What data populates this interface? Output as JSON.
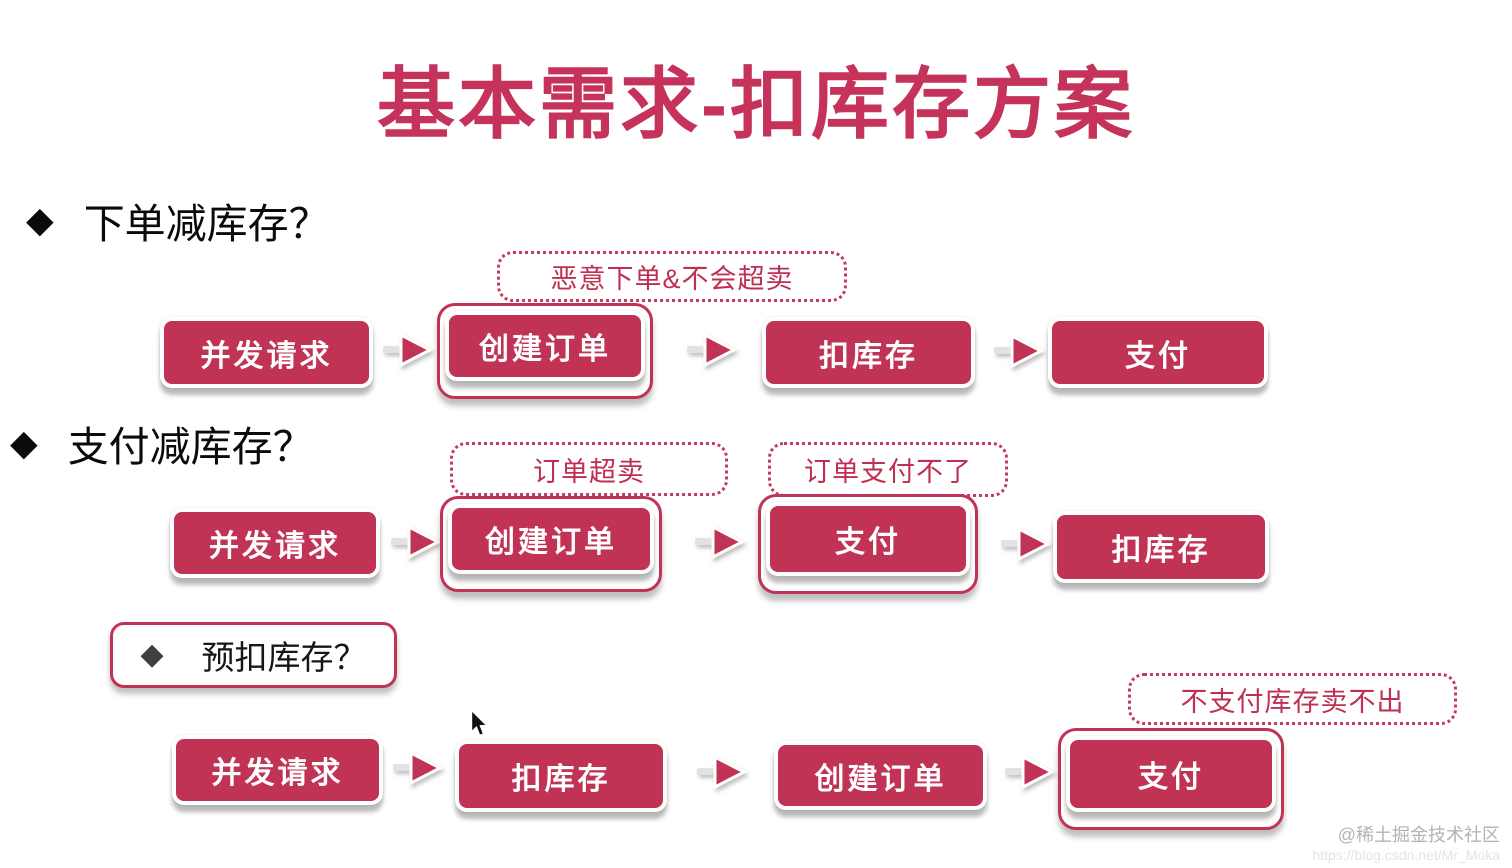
{
  "page": {
    "title": "基本需求-扣库存方案"
  },
  "colors": {
    "accent": "#c13355",
    "title": "#c5325a",
    "note_text": "#bf2f52",
    "bullet_text": "#0b0b0b"
  },
  "icons": {
    "diamond": "◆",
    "arrow": "arrow-right-icon",
    "cursor": "mouse-cursor-icon"
  },
  "bullets": [
    {
      "label": "下单减库存？"
    },
    {
      "label": "支付减库存？"
    },
    {
      "label": "预扣库存？"
    }
  ],
  "flows": [
    {
      "name": "deduct-on-order",
      "nodes": [
        {
          "label": "并发请求",
          "highlighted": false
        },
        {
          "label": "创建订单",
          "highlighted": true,
          "note": "恶意下单&不会超卖"
        },
        {
          "label": "扣库存",
          "highlighted": false
        },
        {
          "label": "支付",
          "highlighted": false
        }
      ]
    },
    {
      "name": "deduct-on-pay",
      "nodes": [
        {
          "label": "并发请求",
          "highlighted": false
        },
        {
          "label": "创建订单",
          "highlighted": true,
          "note": "订单超卖"
        },
        {
          "label": "支付",
          "highlighted": true,
          "note": "订单支付不了"
        },
        {
          "label": "扣库存",
          "highlighted": false
        }
      ]
    },
    {
      "name": "pre-deduct",
      "nodes": [
        {
          "label": "并发请求",
          "highlighted": false
        },
        {
          "label": "扣库存",
          "highlighted": false
        },
        {
          "label": "创建订单",
          "highlighted": false
        },
        {
          "label": "支付",
          "highlighted": true,
          "note": "不支付库存卖不出"
        }
      ]
    }
  ],
  "watermark": {
    "line1": "@稀土掘金技术社区",
    "line2": "https://blog.csdn.net/Mr_Moka"
  }
}
